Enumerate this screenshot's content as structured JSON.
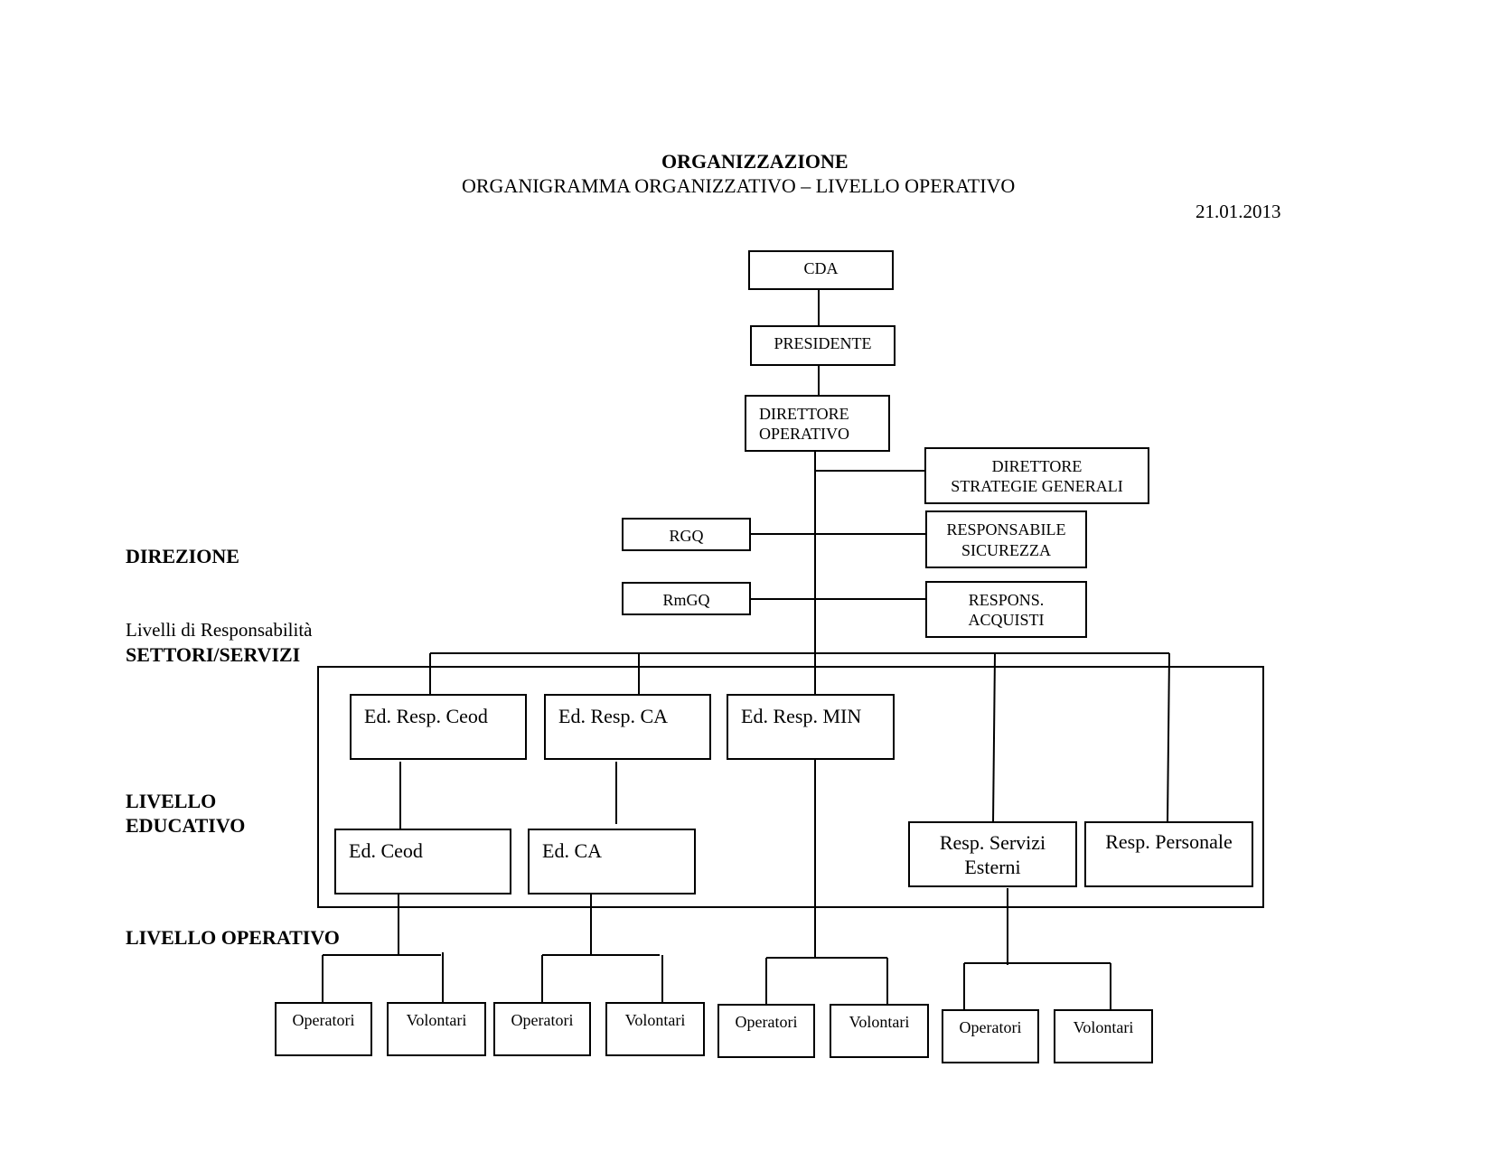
{
  "header": {
    "title": "ORGANIZZAZIONE",
    "subtitle": "ORGANIGRAMMA ORGANIZZATIVO – LIVELLO OPERATIVO",
    "date": "21.01.2013"
  },
  "levels": {
    "direzione": "DIREZIONE",
    "livelli_resp": "Livelli di Responsabilità",
    "settori": "SETTORI/SERVIZI",
    "educativo_1": "LIVELLO",
    "educativo_2": "EDUCATIVO",
    "operativo": "LIVELLO OPERATIVO"
  },
  "nodes": {
    "cda": "CDA",
    "presidente": "PRESIDENTE",
    "direttore_op": [
      "DIRETTORE",
      "OPERATIVO"
    ],
    "direttore_sg": [
      "DIRETTORE",
      "STRATEGIE GENERALI"
    ],
    "rgq": "RGQ",
    "rmgq": "RmGQ",
    "resp_sicurezza": [
      "RESPONSABILE",
      "SICUREZZA"
    ],
    "resp_acquisti": [
      "RESPONS.",
      "ACQUISTI"
    ],
    "ed_resp_ceod": "Ed. Resp. Ceod",
    "ed_resp_ca": "Ed. Resp. CA",
    "ed_resp_min": "Ed. Resp. MIN",
    "ed_ceod": "Ed. Ceod",
    "ed_ca": "Ed. CA",
    "resp_servizi_esterni": [
      "Resp. Servizi",
      "Esterni"
    ],
    "resp_personale": "Resp. Personale",
    "operatori": "Operatori",
    "volontari": "Volontari"
  }
}
